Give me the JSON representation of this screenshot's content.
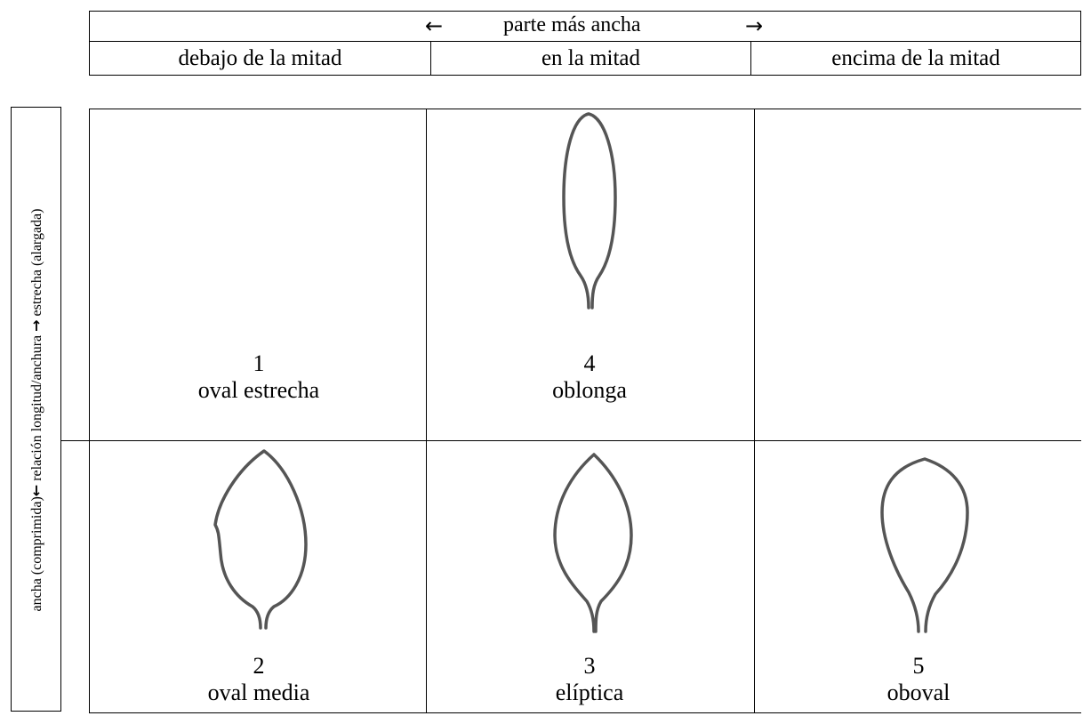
{
  "header": {
    "arrow_left": "←",
    "widest_part": "parte más ancha",
    "arrow_right": "→",
    "columns": [
      "debajo de la mitad",
      "en la mitad",
      "encima de la mitad"
    ]
  },
  "side_label": {
    "left": "ancha (comprimida)",
    "arrow_left": "←",
    "middle": " relación longitud/anchura ",
    "arrow_right": "→",
    "right": " estrecha (alargada)"
  },
  "cells": [
    {
      "number": "1",
      "name": "oval estrecha"
    },
    {
      "number": "4",
      "name": "oblonga"
    },
    {
      "number": "2",
      "name": "oval media"
    },
    {
      "number": "3",
      "name": "elíptica"
    },
    {
      "number": "5",
      "name": "oboval"
    }
  ]
}
